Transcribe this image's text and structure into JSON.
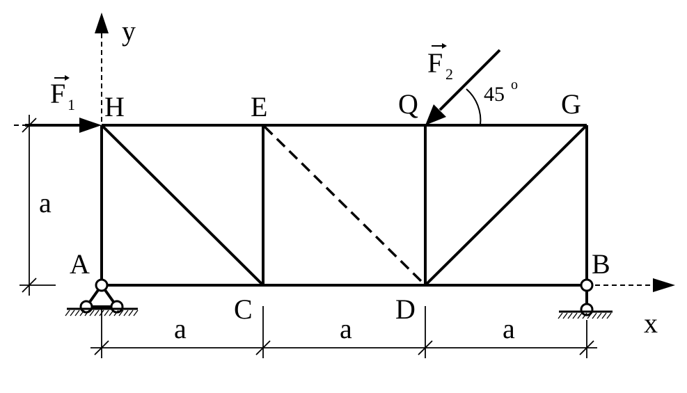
{
  "nodes": {
    "A": "A",
    "B": "B",
    "C": "C",
    "D": "D",
    "E": "E",
    "G": "G",
    "H": "H",
    "Q": "Q"
  },
  "axes": {
    "x": "x",
    "y": "y"
  },
  "forces": {
    "f1": {
      "symbol": "F",
      "subscript": "1"
    },
    "f2": {
      "symbol": "F",
      "subscript": "2",
      "angle": "45",
      "angle_unit": "o"
    }
  },
  "dimensions": {
    "span_1": "a",
    "span_2": "a",
    "span_3": "a",
    "height": "a"
  }
}
